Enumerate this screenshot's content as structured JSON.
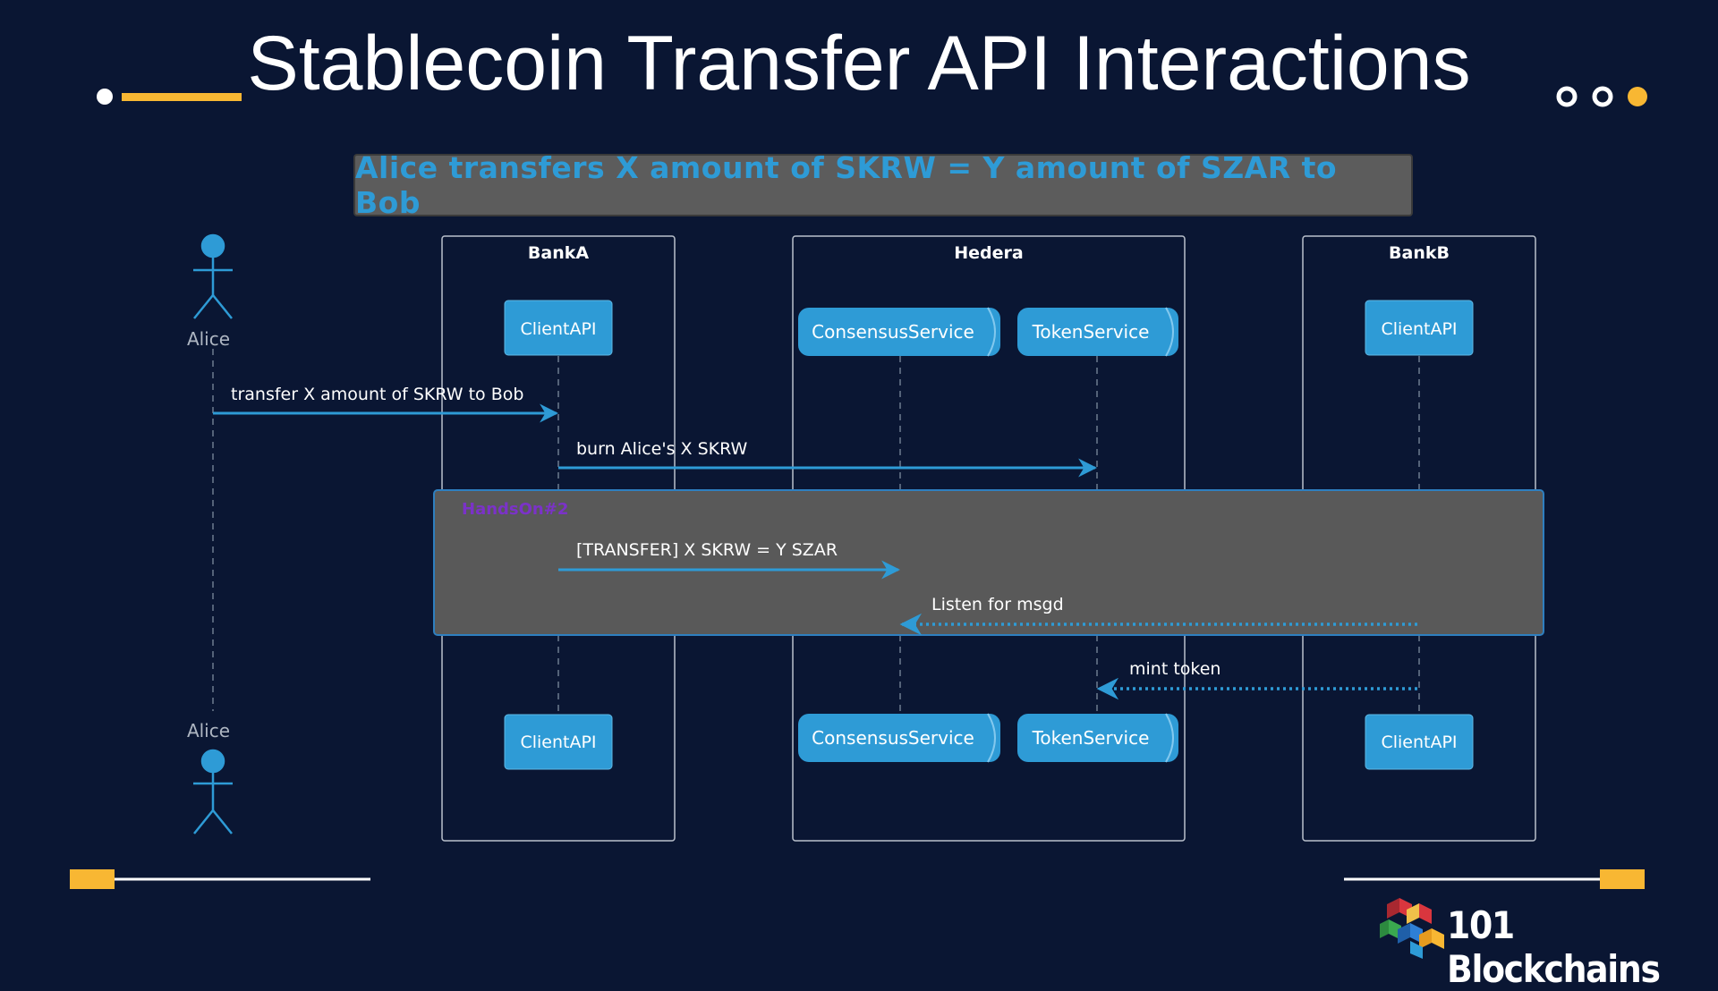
{
  "slide": {
    "title": "Stablecoin Transfer API Interactions"
  },
  "diagram": {
    "note": "Alice transfers X amount of SKRW = Y amount of SZAR to Bob",
    "actor": {
      "label": "Alice"
    },
    "boxes": [
      {
        "name": "BankA"
      },
      {
        "name": "Hedera"
      },
      {
        "name": "BankB"
      }
    ],
    "participants": {
      "bankA_client": "ClientAPI",
      "consensus": "ConsensusService",
      "token": "TokenService",
      "bankB_client": "ClientAPI"
    },
    "messages": [
      {
        "label": "transfer X amount of SKRW to Bob",
        "style": "solid"
      },
      {
        "label": "burn Alice's X SKRW",
        "style": "solid"
      },
      {
        "label": "[TRANSFER] X SKRW = Y SZAR",
        "style": "solid"
      },
      {
        "label": "Listen for msgd",
        "style": "dotted"
      },
      {
        "label": "mint token",
        "style": "dotted"
      }
    ],
    "group": {
      "label": "HandsOn#2"
    }
  },
  "brand": {
    "name": "101 Blockchains"
  },
  "colors": {
    "background": "#0a1633",
    "accent": "#f8b733",
    "participant": "#2e9bd6",
    "group_label": "#7b32c8"
  }
}
